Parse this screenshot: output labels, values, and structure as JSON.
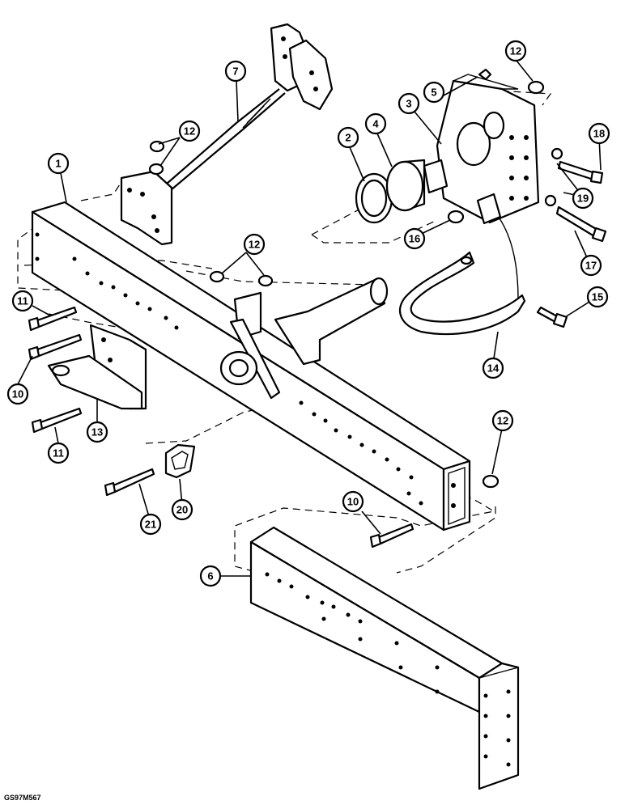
{
  "figure_code": "GS97M567",
  "callouts": [
    {
      "id": "c1",
      "label": "1"
    },
    {
      "id": "c2",
      "label": "2"
    },
    {
      "id": "c3",
      "label": "3"
    },
    {
      "id": "c4",
      "label": "4"
    },
    {
      "id": "c5",
      "label": "5"
    },
    {
      "id": "c6",
      "label": "6"
    },
    {
      "id": "c7",
      "label": "7"
    },
    {
      "id": "c10a",
      "label": "10"
    },
    {
      "id": "c10b",
      "label": "10"
    },
    {
      "id": "c11a",
      "label": "11"
    },
    {
      "id": "c11b",
      "label": "11"
    },
    {
      "id": "c12a",
      "label": "12"
    },
    {
      "id": "c12b",
      "label": "12"
    },
    {
      "id": "c12c",
      "label": "12"
    },
    {
      "id": "c12d",
      "label": "12"
    },
    {
      "id": "c13",
      "label": "13"
    },
    {
      "id": "c14",
      "label": "14"
    },
    {
      "id": "c15",
      "label": "15"
    },
    {
      "id": "c16",
      "label": "16"
    },
    {
      "id": "c17",
      "label": "17"
    },
    {
      "id": "c18",
      "label": "18"
    },
    {
      "id": "c19",
      "label": "19"
    },
    {
      "id": "c20",
      "label": "20"
    },
    {
      "id": "c21",
      "label": "21"
    }
  ]
}
